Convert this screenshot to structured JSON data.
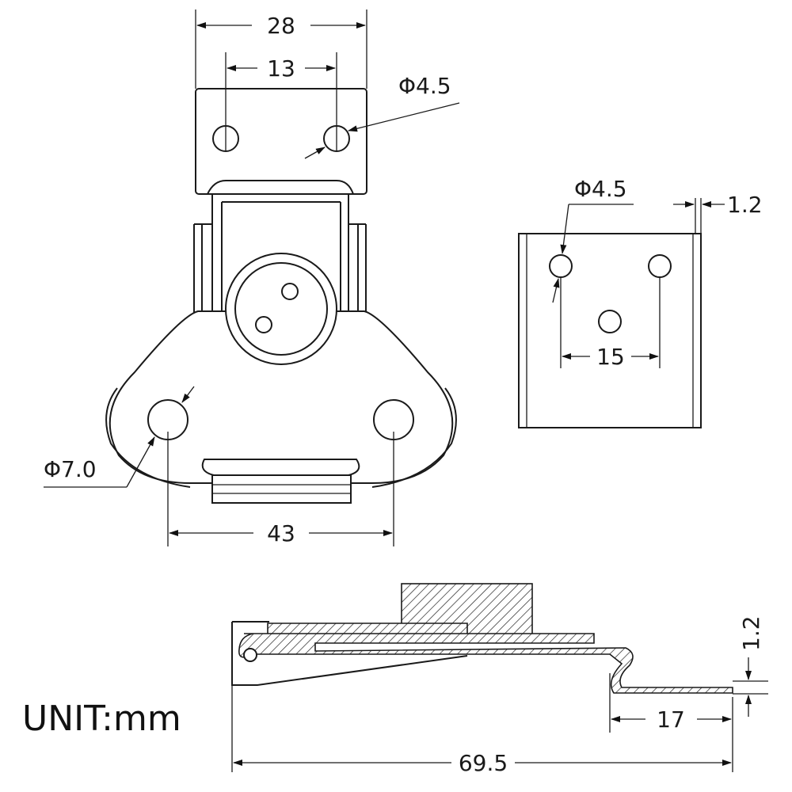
{
  "unit_label": "UNIT:mm",
  "top_view": {
    "dim_width": "28",
    "dim_hole_spacing": "13",
    "dim_hole_diameter": "Φ4.5",
    "dim_mount_hole_diameter": "Φ7.0",
    "dim_mount_hole_spacing": "43"
  },
  "keeper_view": {
    "dim_hole_diameter": "Φ4.5",
    "dim_thickness": "1.2",
    "dim_hole_spacing": "15"
  },
  "side_view": {
    "dim_thickness": "1.2",
    "dim_keeper_length": "17",
    "dim_total_length": "69.5"
  }
}
